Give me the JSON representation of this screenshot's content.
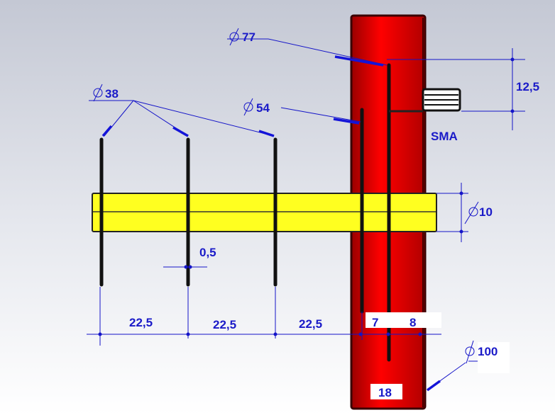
{
  "title": "Yagi antenna drawing with reflector plate and SMA connector",
  "labels": {
    "d77": "77",
    "d38": "38",
    "d54": "54",
    "h12_5": "12,5",
    "sma": "SMA",
    "d10": "10",
    "t0_5": "0,5",
    "s1": "22,5",
    "s2": "22,5",
    "s3": "22,5",
    "g7": "7",
    "g8": "8",
    "d100": "100",
    "w18": "18"
  },
  "colors": {
    "plate": "#e00000",
    "boom": "#ffff20",
    "dimension": "#1414c8"
  }
}
